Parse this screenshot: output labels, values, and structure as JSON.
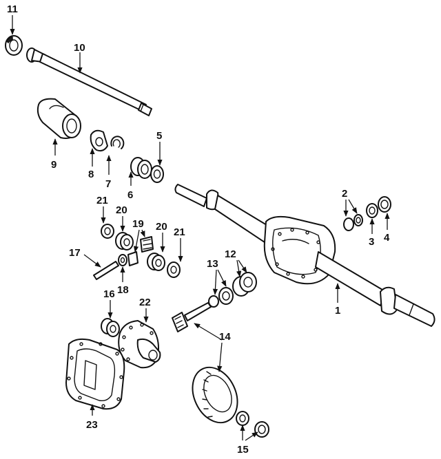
{
  "diagram": {
    "callouts": [
      {
        "id": "c11",
        "text": "11"
      },
      {
        "id": "c10",
        "text": "10"
      },
      {
        "id": "c9",
        "text": "9"
      },
      {
        "id": "c8",
        "text": "8"
      },
      {
        "id": "c7",
        "text": "7"
      },
      {
        "id": "c6",
        "text": "6"
      },
      {
        "id": "c5",
        "text": "5"
      },
      {
        "id": "c2",
        "text": "2"
      },
      {
        "id": "c3",
        "text": "3"
      },
      {
        "id": "c4",
        "text": "4"
      },
      {
        "id": "c21a",
        "text": "21"
      },
      {
        "id": "c20a",
        "text": "20"
      },
      {
        "id": "c19",
        "text": "19"
      },
      {
        "id": "c20b",
        "text": "20"
      },
      {
        "id": "c21b",
        "text": "21"
      },
      {
        "id": "c17",
        "text": "17"
      },
      {
        "id": "c18",
        "text": "18"
      },
      {
        "id": "c13",
        "text": "13"
      },
      {
        "id": "c12",
        "text": "12"
      },
      {
        "id": "c1",
        "text": "1"
      },
      {
        "id": "c16",
        "text": "16"
      },
      {
        "id": "c22",
        "text": "22"
      },
      {
        "id": "c14",
        "text": "14"
      },
      {
        "id": "c23",
        "text": "23"
      },
      {
        "id": "c15",
        "text": "15"
      }
    ]
  }
}
